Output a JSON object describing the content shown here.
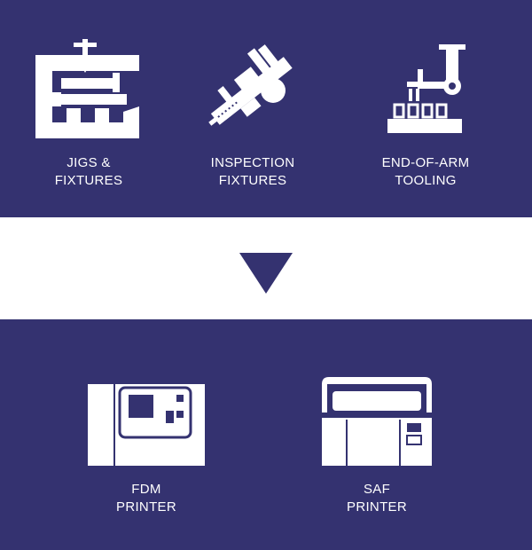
{
  "colors": {
    "navy": "#343270",
    "white": "#ffffff"
  },
  "top_items": [
    {
      "icon": "clamp-jig-icon",
      "line1": "JIGS &",
      "line2": "FIXTURES"
    },
    {
      "icon": "caliper-icon",
      "line1": "INSPECTION",
      "line2": "FIXTURES"
    },
    {
      "icon": "robot-arm-icon",
      "line1": "END-OF-ARM",
      "line2": "TOOLING"
    }
  ],
  "arrow_icon": "down-triangle-icon",
  "bottom_items": [
    {
      "icon": "fdm-printer-icon",
      "line1": "FDM",
      "line2": "PRINTER"
    },
    {
      "icon": "saf-printer-icon",
      "line1": "SAF",
      "line2": "PRINTER"
    }
  ]
}
